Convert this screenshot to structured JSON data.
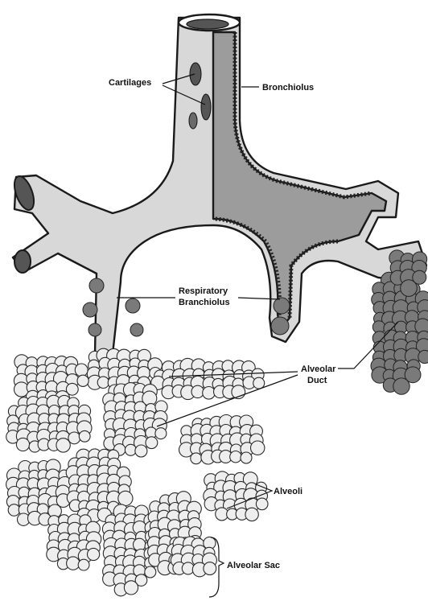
{
  "labels": {
    "cartilages": "Cartilages",
    "bronchiolus": "Bronchiolus",
    "respiratory_bronchiolus_line1": "Respiratory",
    "respiratory_bronchiolus_line2": "Branchiolus",
    "alveolar_duct_line1": "Alveolar",
    "alveolar_duct_line2": "Duct",
    "alveoli": "Alveoli",
    "alveolar_sac": "Alveolar Sac"
  },
  "colors": {
    "ink": "#111111",
    "tissue_light": "#d8d8d8",
    "tissue_dark": "#9c9c9c",
    "alveolus": "#eeeeee"
  }
}
